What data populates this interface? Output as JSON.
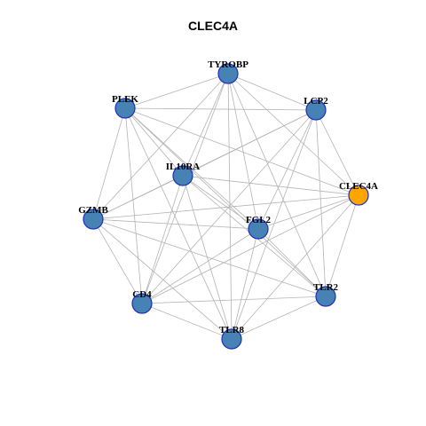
{
  "title": "CLEC4A",
  "colors": {
    "node": "#4682b4",
    "highlight": "#ffa500",
    "node_border": "#1f2fbf",
    "edge": "#b4b4b4"
  },
  "nodes": [
    {
      "id": "TYROBP",
      "label": "TYROBP",
      "highlight": false
    },
    {
      "id": "PLEK",
      "label": "PLEK",
      "highlight": false
    },
    {
      "id": "LCP2",
      "label": "LCP2",
      "highlight": false
    },
    {
      "id": "IL10RA",
      "label": "IL10RA",
      "highlight": false
    },
    {
      "id": "CLEC4A",
      "label": "CLEC4A",
      "highlight": true
    },
    {
      "id": "GZMB",
      "label": "GZMB",
      "highlight": false
    },
    {
      "id": "FGL2",
      "label": "FGL2",
      "highlight": false
    },
    {
      "id": "TLR2",
      "label": "TLR2",
      "highlight": false
    },
    {
      "id": "CD4",
      "label": "CD4",
      "highlight": false
    },
    {
      "id": "TLR8",
      "label": "TLR8",
      "highlight": false
    }
  ],
  "edges": [
    [
      "TYROBP",
      "PLEK"
    ],
    [
      "TYROBP",
      "LCP2"
    ],
    [
      "TYROBP",
      "IL10RA"
    ],
    [
      "TYROBP",
      "CLEC4A"
    ],
    [
      "TYROBP",
      "GZMB"
    ],
    [
      "TYROBP",
      "FGL2"
    ],
    [
      "TYROBP",
      "TLR2"
    ],
    [
      "TYROBP",
      "CD4"
    ],
    [
      "TYROBP",
      "TLR8"
    ],
    [
      "PLEK",
      "LCP2"
    ],
    [
      "PLEK",
      "IL10RA"
    ],
    [
      "PLEK",
      "CLEC4A"
    ],
    [
      "PLEK",
      "GZMB"
    ],
    [
      "PLEK",
      "FGL2"
    ],
    [
      "PLEK",
      "TLR2"
    ],
    [
      "PLEK",
      "CD4"
    ],
    [
      "PLEK",
      "TLR8"
    ],
    [
      "LCP2",
      "IL10RA"
    ],
    [
      "LCP2",
      "CLEC4A"
    ],
    [
      "LCP2",
      "GZMB"
    ],
    [
      "LCP2",
      "FGL2"
    ],
    [
      "LCP2",
      "TLR2"
    ],
    [
      "LCP2",
      "CD4"
    ],
    [
      "LCP2",
      "TLR8"
    ],
    [
      "IL10RA",
      "CLEC4A"
    ],
    [
      "IL10RA",
      "GZMB"
    ],
    [
      "IL10RA",
      "FGL2"
    ],
    [
      "IL10RA",
      "TLR2"
    ],
    [
      "IL10RA",
      "CD4"
    ],
    [
      "IL10RA",
      "TLR8"
    ],
    [
      "CLEC4A",
      "GZMB"
    ],
    [
      "CLEC4A",
      "FGL2"
    ],
    [
      "CLEC4A",
      "TLR2"
    ],
    [
      "CLEC4A",
      "CD4"
    ],
    [
      "CLEC4A",
      "TLR8"
    ],
    [
      "GZMB",
      "FGL2"
    ],
    [
      "GZMB",
      "TLR2"
    ],
    [
      "GZMB",
      "CD4"
    ],
    [
      "GZMB",
      "TLR8"
    ],
    [
      "FGL2",
      "TLR2"
    ],
    [
      "FGL2",
      "CD4"
    ],
    [
      "FGL2",
      "TLR8"
    ],
    [
      "TLR2",
      "CD4"
    ],
    [
      "TLR2",
      "TLR8"
    ],
    [
      "CD4",
      "TLR8"
    ]
  ]
}
